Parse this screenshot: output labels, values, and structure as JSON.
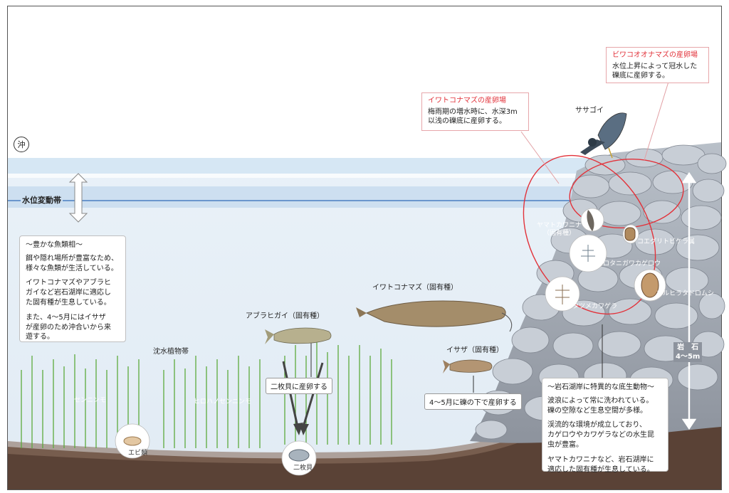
{
  "labels": {
    "offshore": "沖",
    "water_level_zone": "水位変動帯",
    "heron": "ササゴイ",
    "submerged_plants": "沈水植物帯",
    "plant_a": "センニンモ",
    "plant_b": "ヒロハノセンニンモ",
    "shrimp": "エビ類",
    "bivalve": "二枚貝",
    "fish_abura": "アブラヒガイ（固有種）",
    "fish_iwatoko": "イワトコナマズ（固有種）",
    "fish_isaza": "イサザ（固有種）",
    "abura_pill": "二枚貝に産卵する",
    "isaza_pill": "4～5月に礫の下で産卵する",
    "rock_label": "岩　石",
    "rock_depth": "4～5m",
    "snail": "ヤマトカワニナ",
    "snail_sub": "（固有種）",
    "caddis_a": "コエグリトビケラ属",
    "mayfly": "シロタニガワカゲロウ",
    "beetle": "マルヒラタドロムシ",
    "stonefly": "フタツメカワゲラ"
  },
  "fish_box": {
    "heading": "～豊かな魚類相～",
    "paragraphs": [
      "餌や隠れ場所が豊富なため、\n様々な魚類が生活している。",
      "イワトコナマズやアブラヒ\nガイなど岩石湖岸に適応し\nた固有種が生息している。",
      "また、4～5月にはイサザ\nが産卵のため沖合いから来\n遊する。"
    ]
  },
  "benthos_box": {
    "heading": "～岩石湖岸に特異的な底生動物～",
    "paragraphs": [
      "波浪によって常に洗われている。\n礫の空隙など生息空間が多様。",
      "渓流的な環境が成立しており、\nカゲロウやカワゲラなどの水生昆\n虫が豊富。",
      "ヤマトカワニナなど、岩石湖岸に\n適応した固有種が生息している。"
    ]
  },
  "spawn_iwatoko": {
    "title": "イワトコナマズの産卵場",
    "body": "梅雨期の増水時に、水深3m\n以浅の礫底に産卵する。"
  },
  "spawn_biwako": {
    "title": "ビワコオオナマズの産卵場",
    "body": "水位上昇によって冠水した\n礫底に産卵する。"
  },
  "colors": {
    "water_surface": "#dcebf6",
    "water_deep": "#e6eff7",
    "water_line": "#4a7fc1",
    "mud": "#5a4236",
    "rock": "#9aa0aa",
    "plant": "#5caa3c",
    "highlight_red": "#e2323a"
  }
}
